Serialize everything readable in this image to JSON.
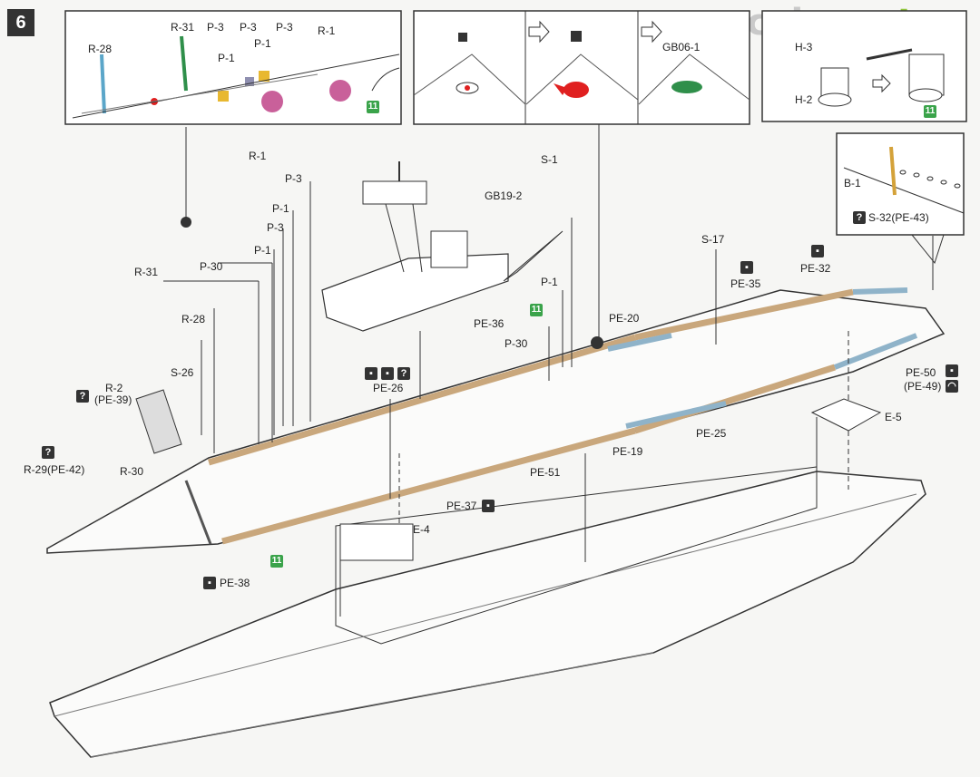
{
  "step_number": "6",
  "watermark": {
    "part1": "scale",
    "part2": "mates",
    "color1": "#c9c9c9",
    "color2": "#8fc43a"
  },
  "colors": {
    "deck_wood": "#c9a77c",
    "pe_blue": "#8fb3c9",
    "green_part": "#2f8f4a",
    "red_part": "#e02020",
    "pink_part": "#c9609a",
    "yellow_part": "#e8b830",
    "green_box": "#3aa34a"
  },
  "inset_top_left": {
    "labels": [
      "R-28",
      "R-31",
      "P-3",
      "P-3",
      "P-3",
      "R-1",
      "P-1",
      "P-1",
      "11"
    ]
  },
  "inset_top_middle": {
    "labels": [
      "GB06-1"
    ]
  },
  "inset_top_right": {
    "labels": [
      "H-3",
      "H-2",
      "11"
    ]
  },
  "inset_right": {
    "labels": [
      "B-1",
      "S-32(PE-43)"
    ]
  },
  "part_labels": {
    "r1": "R-1",
    "p3a": "P-3",
    "p1a": "P-1",
    "p3b": "P-3",
    "p1b": "P-1",
    "p30a": "P-30",
    "r31": "R-31",
    "r28": "R-28",
    "s26": "S-26",
    "r2": "R-2",
    "pe39": "(PE-39)",
    "r29": "R-29(PE-42)",
    "r30": "R-30",
    "pe38": "PE-38",
    "s1": "S-1",
    "gb192": "GB19-2",
    "p1c": "P-1",
    "s17": "S-17",
    "pe35": "PE-35",
    "pe32": "PE-32",
    "pe20": "PE-20",
    "pe36": "PE-36",
    "p30b": "P-30",
    "pe26": "PE-26",
    "pe50": "PE-50",
    "pe49": "(PE-49)",
    "e5": "E-5",
    "pe25": "PE-25",
    "pe19": "PE-19",
    "pe51": "PE-51",
    "pe37": "PE-37",
    "e4": "E-4",
    "g11a": "11",
    "g11b": "11"
  }
}
